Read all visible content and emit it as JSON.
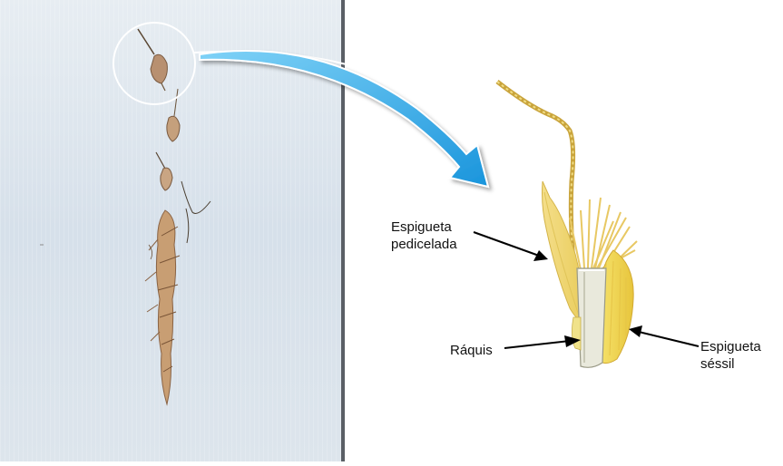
{
  "labels": {
    "pedicelada": {
      "line1": "Espigueta",
      "line2": "pedicelada"
    },
    "raquis": "Ráquis",
    "sessil": {
      "line1": "Espigueta",
      "line2": "séssil"
    }
  },
  "colors": {
    "photo_background": "#dfe7ee",
    "arrow": "#2fa8e8",
    "spikelet_yellow": "#f2dc6a",
    "spikelet_dark": "#e0b83a",
    "rachis": "#e8e8d8",
    "awn": "#c9a43c",
    "seed_head": "#c49a6c"
  }
}
